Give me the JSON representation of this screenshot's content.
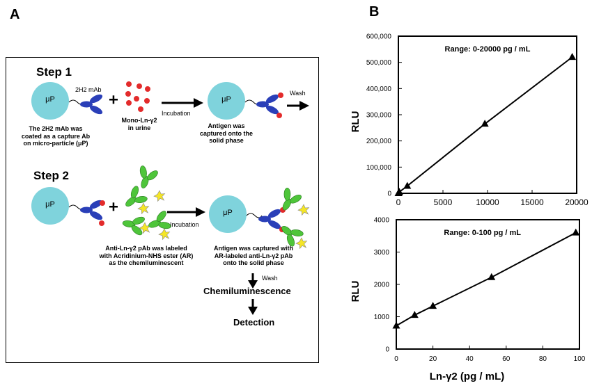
{
  "panel_a": {
    "letter": "A",
    "step1": {
      "title": "Step 1",
      "particle": "μP",
      "antibody_label": "2H2 mAb",
      "caption_left": [
        "The 2H2 mAb was",
        "coated as a capture Ab",
        "on micro-particle (μP)"
      ],
      "caption_mid": [
        "Mono-Ln-γ2",
        "in urine"
      ],
      "incubation": "Incubation",
      "caption_right": [
        "Antigen was",
        "captured onto the",
        "solid phase"
      ],
      "wash": "Wash"
    },
    "step2": {
      "title": "Step 2",
      "particle": "μP",
      "incubation": "Incubation",
      "caption_mid": [
        "Anti-Ln-γ2 pAb was labeled",
        "with Acridinium-NHS ester (AR)",
        "as the chemiluminescent"
      ],
      "caption_right": [
        "Antigen was captured with",
        "AR-labeled anti-Ln-γ2 pAb",
        "onto the solid phase"
      ],
      "wash": "Wash",
      "chemiluminescence": "Chemiluminescence",
      "detection": "Detection"
    },
    "colors": {
      "particle": "#7fd3dc",
      "antibody": "#2a3fb8",
      "antigen": "#e32b2b",
      "pab": "#4ec53a",
      "ar": "#f5e626"
    }
  },
  "panel_b": {
    "letter": "B"
  },
  "chart_data": [
    {
      "type": "line",
      "title": "Range: 0-20000 pg / mL",
      "xlabel": "",
      "ylabel": "RLU",
      "xlim": [
        0,
        20000
      ],
      "ylim": [
        0,
        600000
      ],
      "x_ticks": [
        "0",
        "5000",
        "10000",
        "15000",
        "20000"
      ],
      "y_ticks": [
        "0",
        "100,000",
        "200,000",
        "300,000",
        "400,000",
        "500,000",
        "600,000"
      ],
      "x": [
        0,
        50,
        100,
        1000,
        9700,
        19500
      ],
      "y": [
        0,
        2000,
        5000,
        28000,
        265000,
        520000
      ]
    },
    {
      "type": "line",
      "title": "Range: 0-100 pg / mL",
      "xlabel": "Ln-γ2 (pg / mL)",
      "ylabel": "RLU",
      "xlim": [
        0,
        100
      ],
      "ylim": [
        0,
        4000
      ],
      "x_ticks": [
        "0",
        "20",
        "40",
        "60",
        "80",
        "100"
      ],
      "y_ticks": [
        "0",
        "1000",
        "2000",
        "3000",
        "4000"
      ],
      "x": [
        0,
        10,
        20,
        52,
        98
      ],
      "y": [
        720,
        1050,
        1330,
        2220,
        3600
      ]
    }
  ]
}
